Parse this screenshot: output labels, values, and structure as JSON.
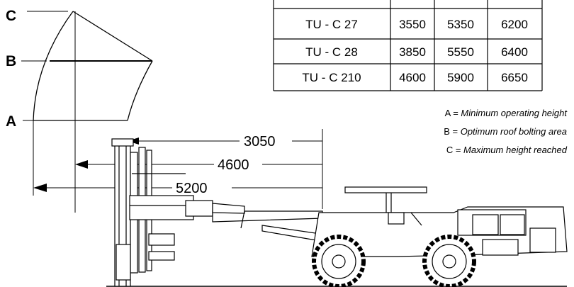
{
  "labels": {
    "a": "A",
    "b": "B",
    "c": "C"
  },
  "dimensions": {
    "d1": "3050",
    "d2": "4600",
    "d3": "5200"
  },
  "table": {
    "rows": [
      {
        "model": "TU - C 27",
        "a": "3550",
        "b": "5350",
        "c": "6200"
      },
      {
        "model": "TU - C 28",
        "a": "3850",
        "b": "5550",
        "c": "6400"
      },
      {
        "model": "TU - C 210",
        "a": "4600",
        "b": "5900",
        "c": "6650"
      }
    ]
  },
  "legend": [
    {
      "key": "A =",
      "text": "Minimum operating height"
    },
    {
      "key": "B =",
      "text": "Optimum roof bolting area"
    },
    {
      "key": "C =",
      "text": "Maximum height reached"
    }
  ]
}
